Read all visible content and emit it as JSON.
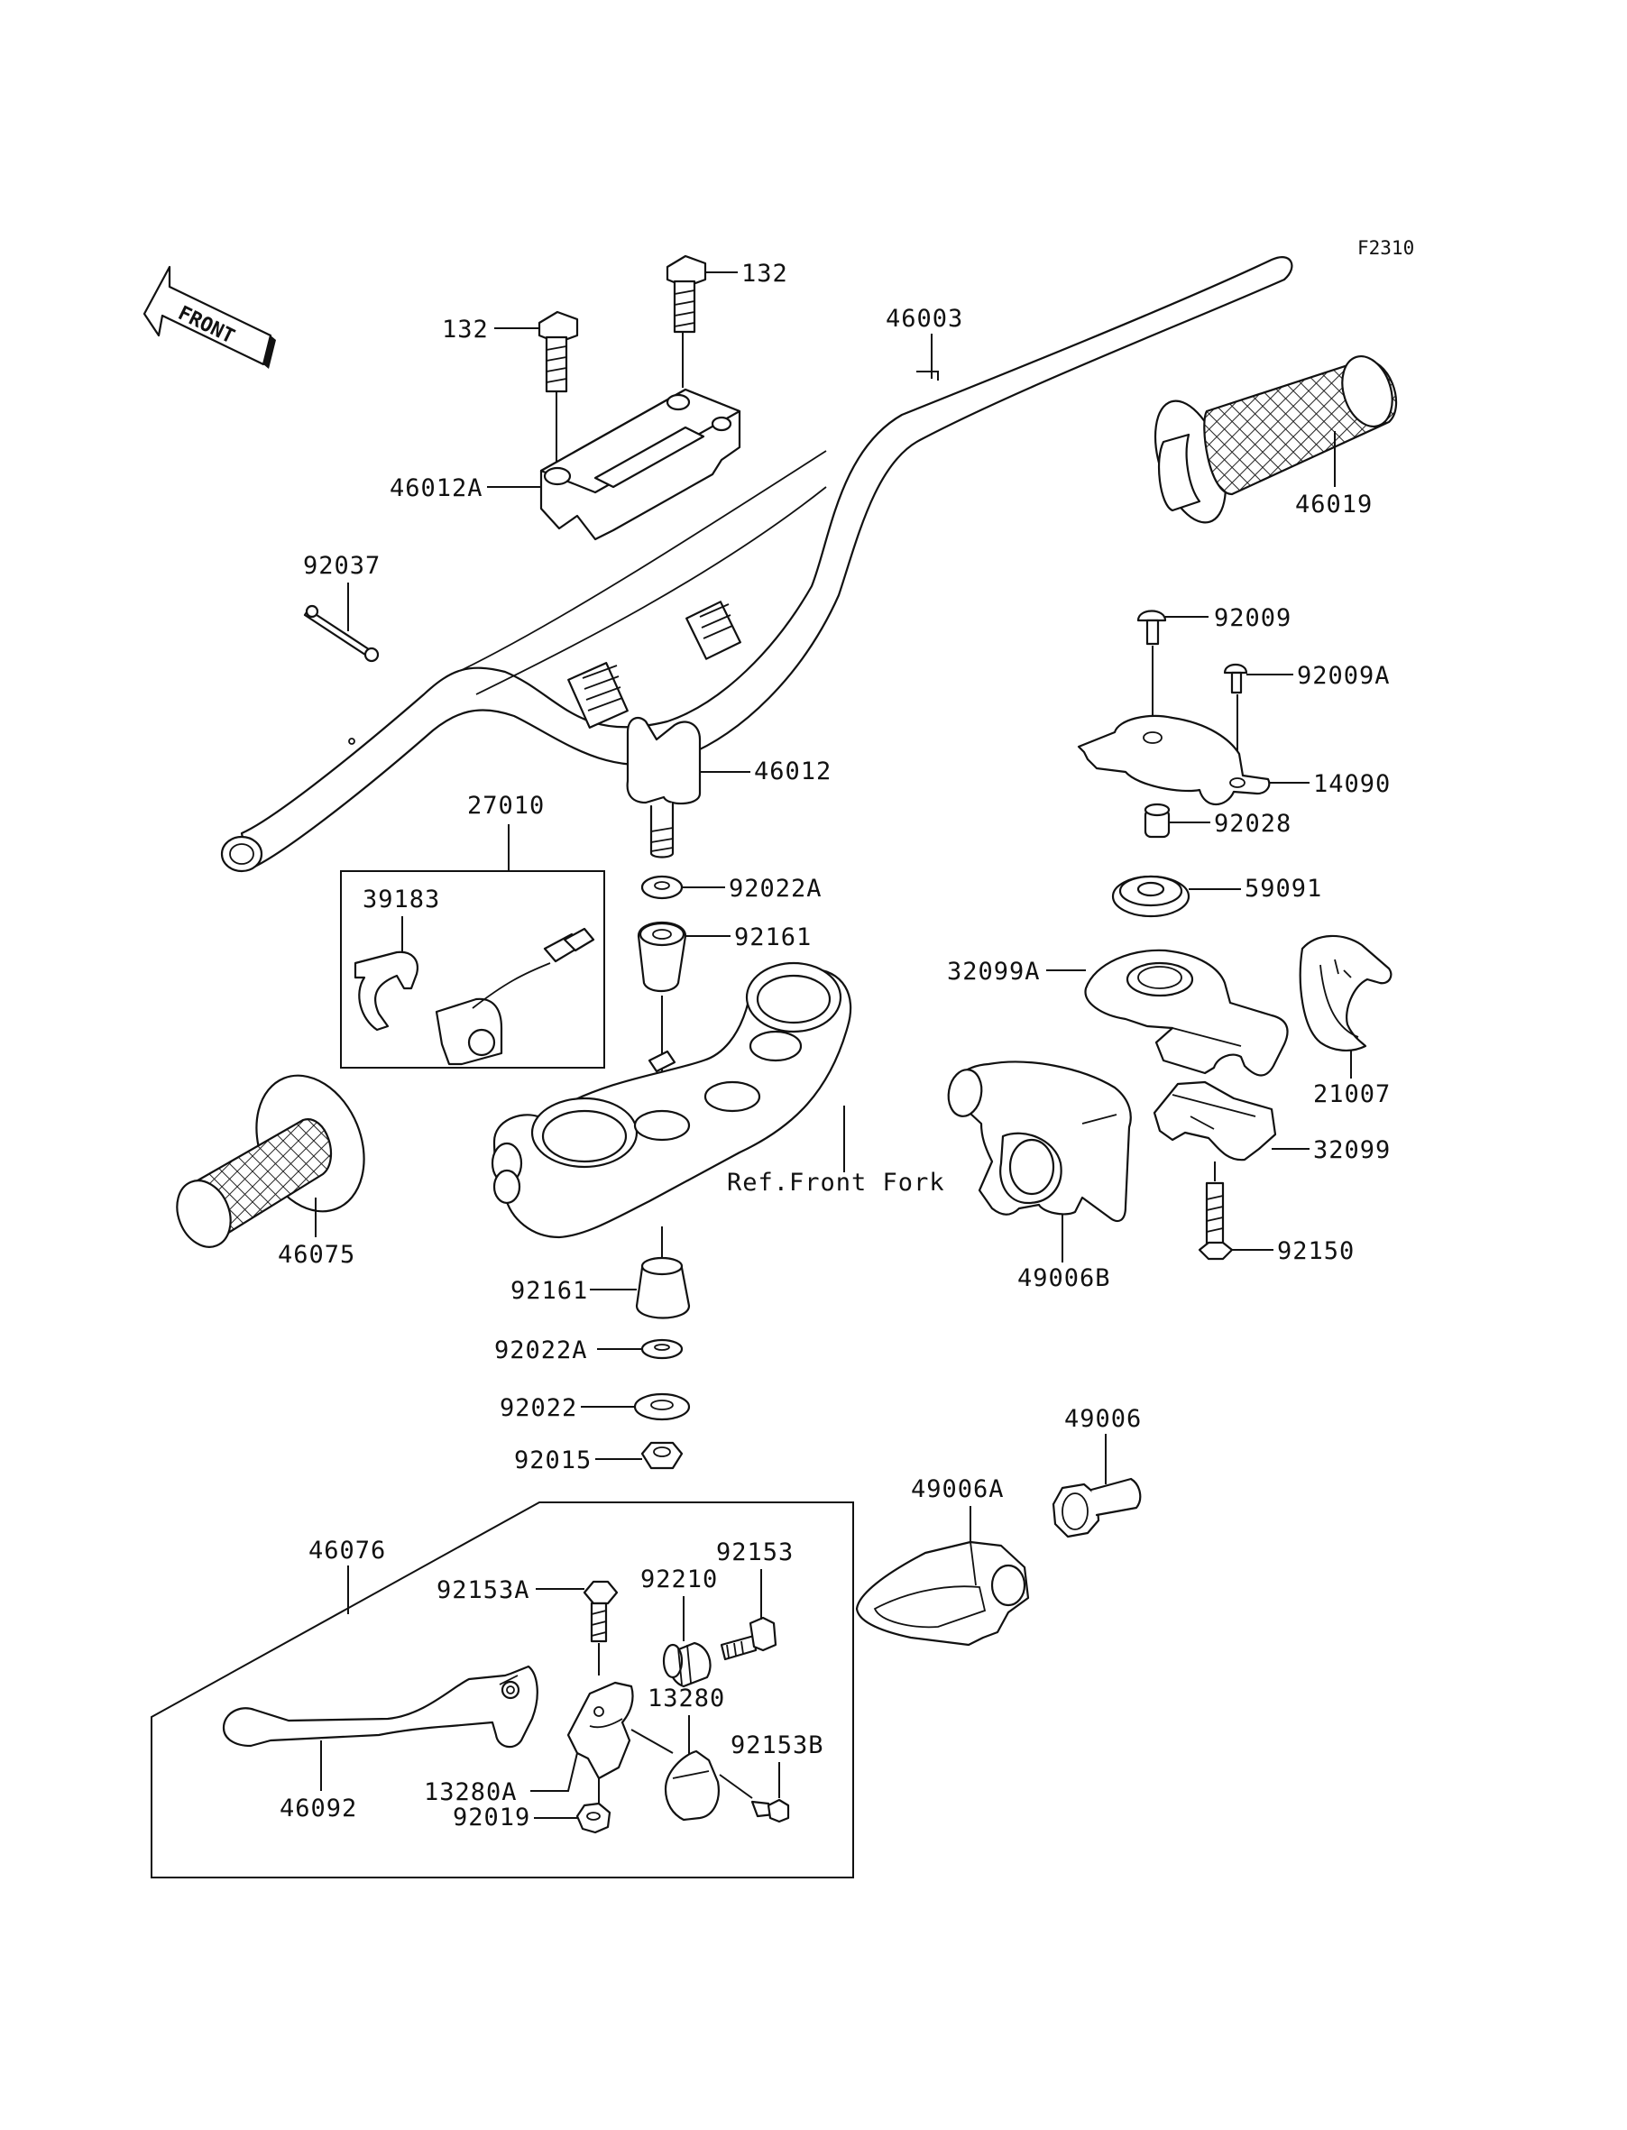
{
  "figure_code": "F2310",
  "direction_label": "FRONT",
  "reference_note": "Ref.Front Fork",
  "parts": {
    "bolt_132_a": "132",
    "bolt_132_b": "132",
    "handlebar": "46003",
    "holder_upper_a": "46012A",
    "holder_46012": "46012",
    "grip_right": "46019",
    "band_92037": "92037",
    "switch_assy": "27010",
    "switch_39183": "39183",
    "grip_left": "46075",
    "screw_92009": "92009",
    "screw_92009a": "92009A",
    "cover_14090": "14090",
    "collar_92028": "92028",
    "pulley_59091": "59091",
    "case_32099a": "32099A",
    "cover_21007": "21007",
    "case_32099": "32099",
    "bolt_92150": "92150",
    "throttle_49006b": "49006B",
    "washer_92022a_top": "92022A",
    "damper_92161_top": "92161",
    "damper_92161_bottom": "92161",
    "washer_92022a_bottom": "92022A",
    "washer_92022": "92022",
    "nut_92015": "92015",
    "adjuster_49006": "49006",
    "holder_49006a": "49006A",
    "lever_assy": "46076",
    "bolt_92153a": "92153A",
    "adjuster_92210": "92210",
    "bolt_92153": "92153",
    "holder_13280": "13280",
    "holder_13280a": "13280A",
    "bolt_92153b": "92153B",
    "lever_46092": "46092",
    "nut_92019": "92019"
  }
}
